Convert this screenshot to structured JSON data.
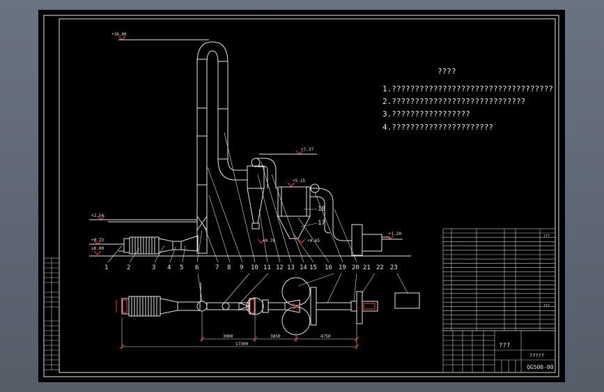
{
  "notes": {
    "title": "????",
    "lines": [
      "1.???????????????????????????????????",
      "2.?????????????????????????????",
      "3.?????????????????",
      "4.??????????????????????"
    ]
  },
  "elevations": {
    "e3600": "+36.00",
    "e737": "+7.37",
    "e515": "+5.15",
    "e254": "+2.54",
    "e120": "+1.20",
    "e073": "+0.73",
    "e000": "±0.00",
    "e076": "+0.76",
    "e065": "+0.65"
  },
  "part_numbers": [
    "1",
    "2",
    "3",
    "4",
    "5",
    "6",
    "7",
    "8",
    "9",
    "10",
    "11",
    "12",
    "13",
    "14",
    "15",
    "16",
    "17",
    "18",
    "19",
    "20",
    "21",
    "22",
    "23"
  ],
  "upper_labels": {
    "l18": "18",
    "l17": "17"
  },
  "dimensions": {
    "d1": "3900",
    "d2": "3850",
    "d3": "4750",
    "total": "17300"
  },
  "titleblock": {
    "name": "???",
    "company": "?????",
    "drawing_no": "QG500-00",
    "rev_a": "???",
    "rev_b": "???"
  }
}
